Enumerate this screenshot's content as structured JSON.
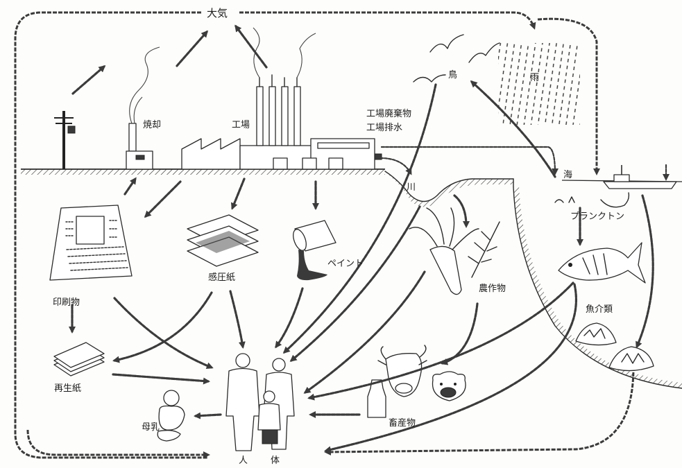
{
  "labels": {
    "atmosphere": "大気",
    "incineration": "焼却",
    "factory": "工場",
    "factory_waste_1": "工場廃棄物",
    "factory_waste_2": "工場排水",
    "birds": "鳥",
    "rain": "雨",
    "sea": "海",
    "river": "川",
    "plankton": "プランクトン",
    "printed_matter": "印刷物",
    "pressure_paper": "感圧紙",
    "paint": "ペイント",
    "crops": "農作物",
    "fish_shellfish": "魚介類",
    "recycled_paper": "再生紙",
    "livestock": "畜産物",
    "breast_milk": "母乳",
    "human_body_1": "人",
    "human_body_2": "体"
  },
  "colors": {
    "ink": "#2a2a2a",
    "paper": "#fdfdfb"
  }
}
